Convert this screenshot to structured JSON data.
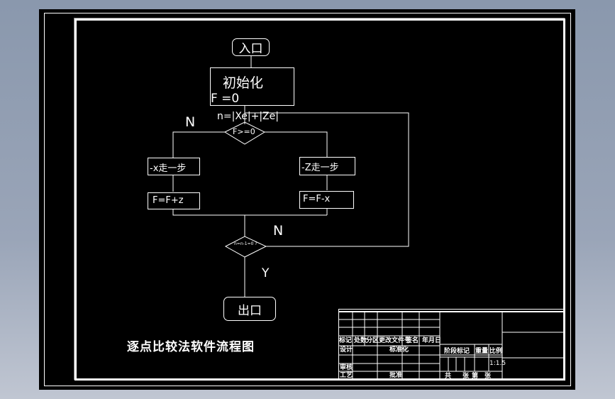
{
  "drawing": {
    "title": "逐点比较法软件流程图",
    "background_color": "#000000",
    "line_color": "#ffffff",
    "viewport_color": "#8c99ad"
  },
  "flowchart": {
    "entry": "入口",
    "init": {
      "label": "初始化",
      "formula": "F =0"
    },
    "counter_formula": "n=|Xe|+|Ze|",
    "decision_main": "F>=0",
    "branch_no_label": "N",
    "left_branch": {
      "step": "-x走一步",
      "update": "F=F+z"
    },
    "right_branch": {
      "step": "-Z走一步",
      "update": "F=F-x"
    },
    "decision_end": "n=n-1=0 ?",
    "loop_no_label": "N",
    "yes_label": "Y",
    "exit": "出口"
  },
  "title_block": {
    "row_labels": [
      "标记",
      "处数",
      "分区",
      "更改文件号",
      "签名",
      "年月日"
    ],
    "design": "设计",
    "standardization": "标准化",
    "review": "审核",
    "process": "工艺",
    "approve": "批准",
    "stage_mark": "阶段标记",
    "weight": "重量",
    "scale_label": "比例",
    "scale_value": "1:1.5",
    "sheets_total": "共",
    "sheet_unit": "张",
    "sheet_no": "第",
    "sheet_unit2": "张"
  }
}
